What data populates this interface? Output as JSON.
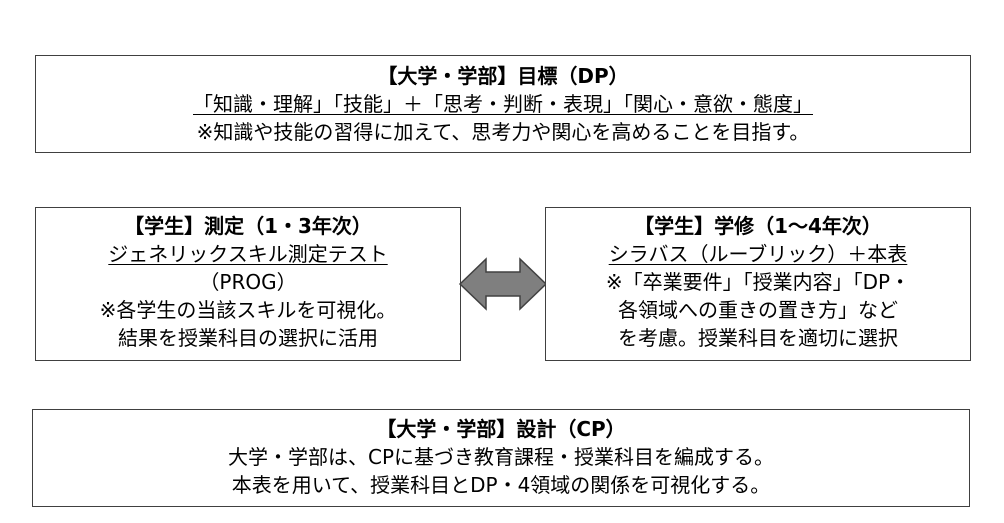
{
  "top_box": {
    "title": "【大学・学部】目標（DP）",
    "subtitle": "「知識・理解」「技能」＋「思考・判断・表現」「関心・意欲・態度」",
    "note": "※知識や技能の習得に加えて、思考力や関心を高めることを目指す。"
  },
  "left_box": {
    "title": "【学生】測定（1・3年次）",
    "subtitle": "ジェネリックスキル測定テスト",
    "line2": "（PROG）",
    "line3": "※各学生の当該スキルを可視化。",
    "line4": "結果を授業科目の選択に活用"
  },
  "right_box": {
    "title": "【学生】学修（1～4年次）",
    "subtitle": "シラバス（ルーブリック）＋本表",
    "line2": "※「卒業要件」「授業内容」「DP・",
    "line3": "各領域への重きの置き方」など",
    "line4": "を考慮。授業科目を適切に選択"
  },
  "bottom_box": {
    "title": "【大学・学部】設計（CP）",
    "line1": "大学・学部は、CPに基づき教育課程・授業科目を編成する。",
    "line2": "本表を用いて、授業科目とDP・4領域の関係を可視化する。"
  },
  "colors": {
    "arrow_fill": "#7f7f7f",
    "arrow_stroke": "#404040",
    "box_border": "#404040"
  }
}
